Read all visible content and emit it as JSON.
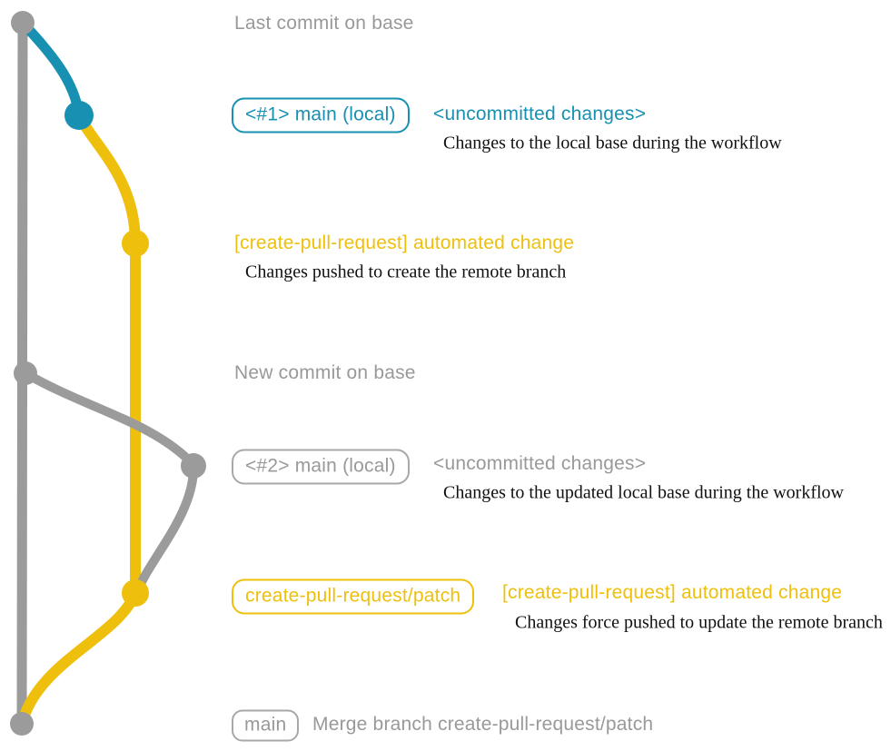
{
  "colors": {
    "teal": "#1790b2",
    "yellow": "#eec00d",
    "gray": "#9b9b9b",
    "text_gray": "#999999",
    "caption_black": "#111111"
  },
  "graph": {
    "base_branch_color": "gray",
    "commits": [
      {
        "id": "base-top",
        "color": "gray"
      },
      {
        "id": "local-1",
        "color": "teal"
      },
      {
        "id": "patch-1",
        "color": "yellow"
      },
      {
        "id": "base-new",
        "color": "gray"
      },
      {
        "id": "local-2",
        "color": "gray"
      },
      {
        "id": "patch-2",
        "color": "yellow"
      },
      {
        "id": "base-merge",
        "color": "gray"
      }
    ]
  },
  "annotations": {
    "last_commit": {
      "text": "Last commit on base"
    },
    "branch1": {
      "badge": "<#1> main (local)",
      "status": "<uncommitted changes>",
      "caption": "Changes to the local base during the workflow"
    },
    "push1": {
      "label": "[create-pull-request] automated change",
      "caption": "Changes pushed to create the remote branch"
    },
    "new_commit": {
      "text": "New commit on base"
    },
    "branch2": {
      "badge": "<#2> main (local)",
      "status": "<uncommitted changes>",
      "caption": "Changes to the updated local base during the workflow"
    },
    "push2": {
      "badge": "create-pull-request/patch",
      "label": "[create-pull-request] automated change",
      "caption": "Changes force pushed to update the remote branch"
    },
    "merge": {
      "badge": "main",
      "text": "Merge branch create-pull-request/patch"
    }
  }
}
